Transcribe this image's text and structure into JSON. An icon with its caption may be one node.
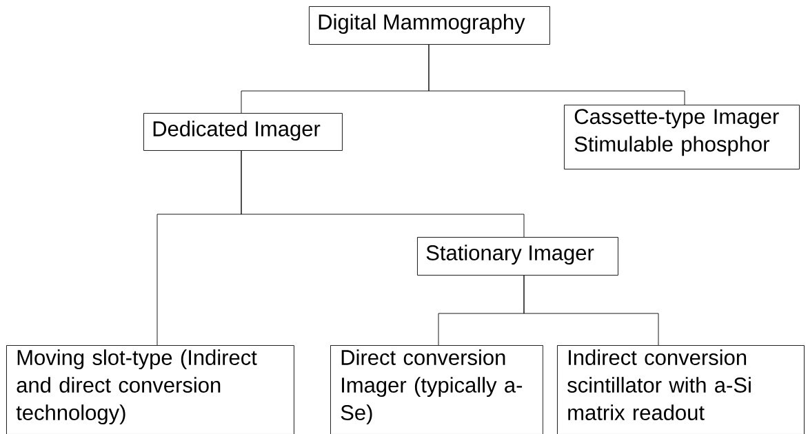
{
  "diagram": {
    "nodes": [
      {
        "text": [
          "Digital Mammography"
        ]
      },
      {
        "text": [
          "Dedicated Imager"
        ]
      },
      {
        "text": [
          "Cassette-type Imager Stimulable phosphor"
        ]
      },
      {
        "text": [
          "Stationary Imager"
        ]
      },
      {
        "text": [
          "Moving slot-type (Indirect and direct conversion technology)"
        ]
      },
      {
        "text": [
          "Direct conversion Imager (typically a-Se)"
        ]
      },
      {
        "text": [
          "Indirect conversion scintillator with a-Si matrix readout"
        ]
      }
    ],
    "edges": [
      {
        "from": 0,
        "to": 1,
        "arrow": "none"
      },
      {
        "from": 0,
        "to": 2,
        "arrow": "none"
      },
      {
        "from": 1,
        "to": 4,
        "arrow": "none"
      },
      {
        "from": 1,
        "to": 3,
        "arrow": "none"
      },
      {
        "from": 3,
        "to": 5,
        "arrow": "none"
      },
      {
        "from": 3,
        "to": 6,
        "arrow": "none"
      }
    ]
  }
}
